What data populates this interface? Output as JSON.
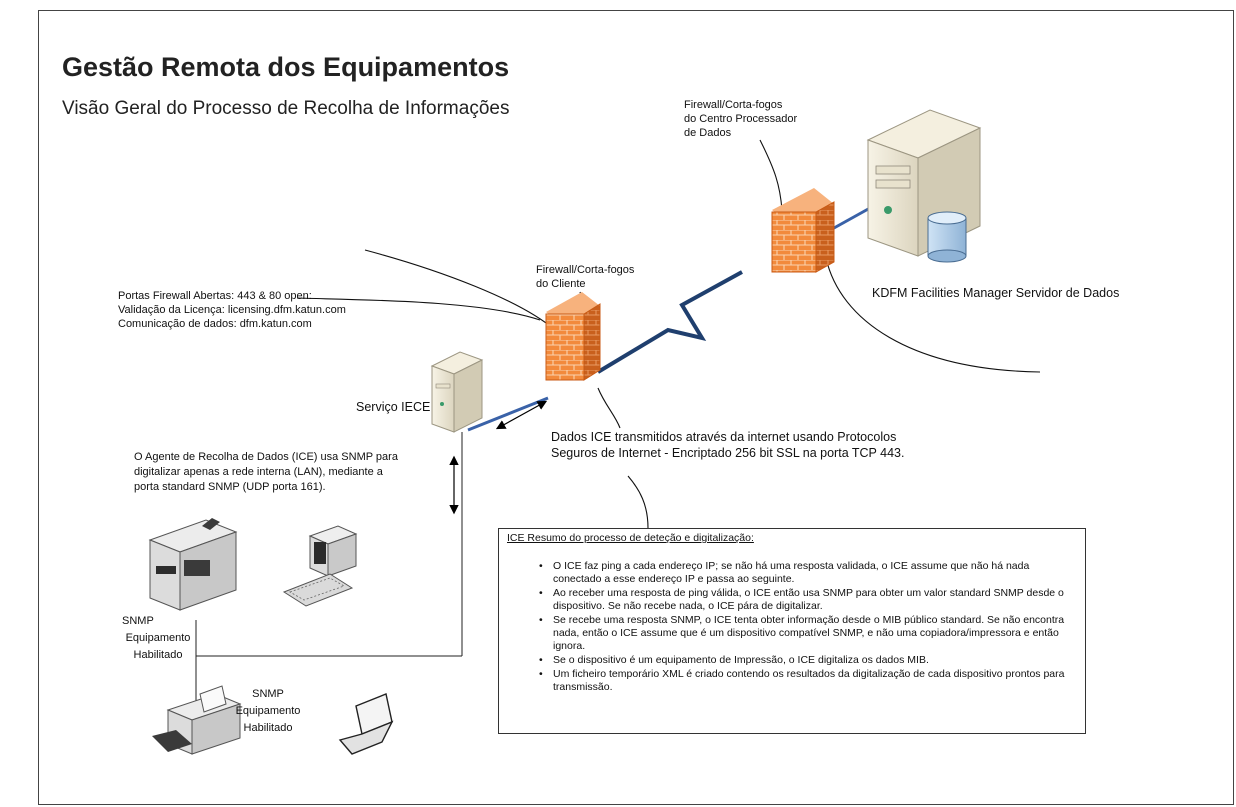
{
  "header": {
    "title": "Gestão Remota dos Equipamentos",
    "subtitle": "Visão Geral do Processo de Recolha de Informações"
  },
  "labels": {
    "firewall_center": [
      "Firewall/Corta-fogos",
      "do Centro Processador",
      "de Dados"
    ],
    "firewall_client": [
      "Firewall/Corta-fogos",
      "do Cliente"
    ],
    "server": "KDFM Facilities Manager Servidor de Dados",
    "ports": [
      "Portas Firewall Abertas: 443 & 80 open:",
      "Validação da Licença: licensing.dfm.katun.com",
      "Comunicação de dados: dfm.katun.com"
    ],
    "iece_service": "Serviço IECE",
    "agent": [
      "O Agente de Recolha de Dados (ICE) usa SNMP para",
      "digitalizar apenas a rede interna (LAN), mediante a",
      "porta standard SNMP (UDP porta 161)."
    ],
    "transmission": [
      "Dados ICE transmitidos através da internet usando Protocolos",
      "Seguros de Internet - Encriptado 256 bit SSL na porta TCP 443."
    ],
    "snmp_device_1": [
      "SNMP",
      "Equipamento",
      "Habilitado"
    ],
    "snmp_device_2": [
      "SNMP",
      "Equipamento",
      "Habilitado"
    ]
  },
  "summary": {
    "title": "ICE Resumo do processo de deteção e digitalização:",
    "items": [
      "O ICE faz ping a cada endereço IP; se não há uma resposta validada, o ICE assume que não há nada conectado a esse endereço IP e passa ao seguinte.",
      "Ao receber uma resposta de ping válida, o ICE então usa SNMP para obter um valor standard SNMP desde o dispositivo. Se não recebe nada, o ICE pára de digitalizar.",
      "Se recebe uma resposta SNMP, o ICE tenta obter informação desde o MIB público standard. Se não encontra nada, então o ICE assume que é um dispositivo compatível SNMP, e não uma copiadora/impressora e então ignora.",
      "Se o dispositivo é um equipamento de Impressão, o ICE digitaliza os dados MIB.",
      "Um ficheiro temporário XML é criado contendo os resultados da digitalização de cada dispositivo prontos para transmissão."
    ]
  },
  "icons": [
    "server-tower-icon",
    "database-icon",
    "firewall-brick-icon",
    "pc-tower-icon",
    "multifunction-printer-icon",
    "desktop-computer-icon",
    "printer-icon",
    "laptop-icon",
    "lightning-link-icon"
  ],
  "colors": {
    "firewall": "#f07a2a",
    "firewall_dark": "#c85a14",
    "link": "#1f3f6e",
    "server": "#ece7d6"
  }
}
